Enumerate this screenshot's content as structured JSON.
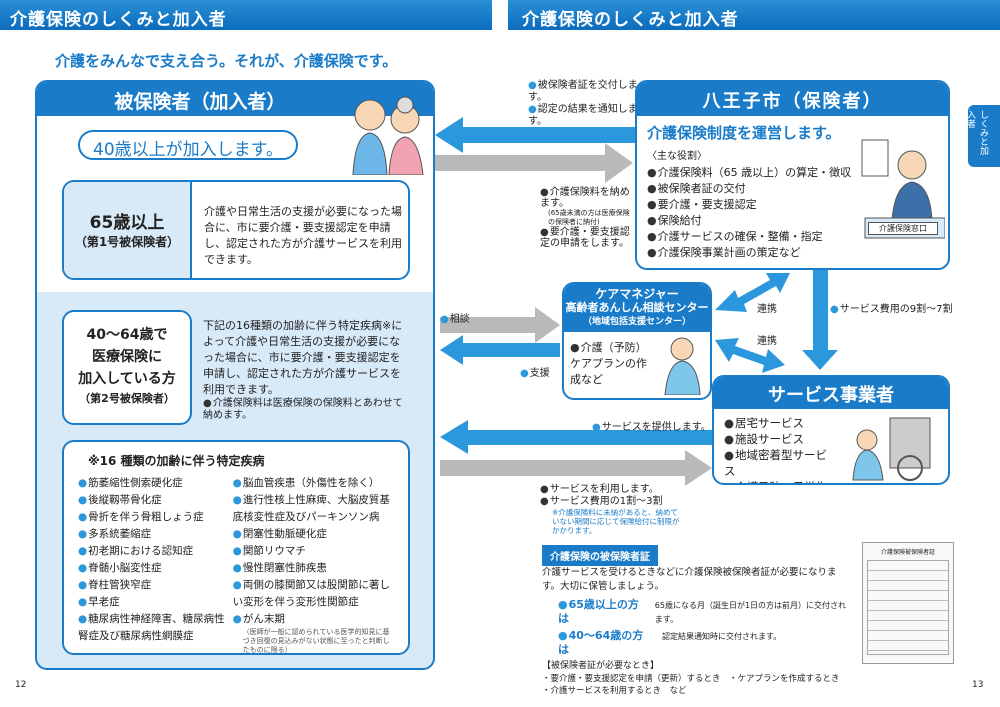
{
  "header": {
    "left_title": "介護保険のしくみと加入者",
    "right_title": "介護保険のしくみと加入者"
  },
  "subtitle": "介護をみんなで支え合う。それが、介護保険です。",
  "insured": {
    "title": "被保険者（加入者）",
    "join_pill": "40歳以上が加入します。",
    "type1": {
      "label1": "65歳以上",
      "label2": "（第1号被保険者）",
      "text": "介護や日常生活の支援が必要になった場合に、市に要介護・要支援認定を申請し、認定された方が介護サービスを利用できます。"
    },
    "type2": {
      "label1": "40〜64歳で",
      "label2": "医療保険に",
      "label3": "加入している方",
      "label4": "（第2号被保険者）",
      "text": "下記の16種類の加齢に伴う特定疾病※によって介護や日常生活の支援が必要になった場合に、市に要介護・要支援認定を申請し、認定された方が介護サービスを利用できます。",
      "note": "介護保険料は医療保険の保険料とあわせて納めます。"
    },
    "diseases": {
      "title": "※16 種類の加齢に伴う特定疾病",
      "left": [
        "筋萎縮性側索硬化症",
        "後縦靱帯骨化症",
        "骨折を伴う骨粗しょう症",
        "多系統萎縮症",
        "初老期における認知症",
        "脊髄小脳変性症",
        "脊柱管狭窄症",
        "早老症",
        "糖尿病性神経障害、糖尿病性腎症及び糖尿病性網膜症"
      ],
      "right": [
        "脳血管疾患（外傷性を除く）",
        "進行性核上性麻痺、大脳皮質基底核変性症及びパーキンソン病",
        "閉塞性動脈硬化症",
        "関節リウマチ",
        "慢性閉塞性肺疾患",
        "両側の膝関節又は股関節に著しい変形を伴う変形性関節症",
        "がん末期"
      ],
      "cancer_note": "（医師が一般に認められている医学的知見に基づき回復の見込みがない状態に至ったと判断したものに限る）"
    }
  },
  "flows": {
    "city_to_insured": [
      "被保険者証を交付します。",
      "認定の結果を通知します。"
    ],
    "insured_to_city": [
      "介護保険料を納めます。",
      "要介護・要支援認定の申請をします。"
    ],
    "insured_to_city_note": "(65歳未満の方は医療保険の保険者に納付)",
    "consult": "相談",
    "support": "支援",
    "provide": "サービスを提供します。",
    "use": [
      "サービスを利用します。",
      "サービス費用の1割〜3割"
    ],
    "use_note": "※介護保険料に未納があると、納めていない期間に応じて保険給付に制限がかかります。",
    "cooperate1": "連携",
    "cooperate2": "連携",
    "city_pays": "サービス費用の9割〜7割"
  },
  "city": {
    "title": "八王子市（保険者）",
    "subtitle": "介護保険制度を運営します。",
    "roles_head": "〈主な役割〉",
    "roles": [
      "介護保険料（65 歳以上）の算定・徴収",
      "被保険者証の交付",
      "要介護・要支援認定",
      "保険給付",
      "介護サービスの確保・整備・指定",
      "介護保険事業計画の策定など"
    ],
    "window_sign": "介護保険窓口"
  },
  "caremgr": {
    "title1": "ケアマネジャー",
    "title2": "高齢者あんしん相談センター",
    "title3": "（地域包括支援センター）",
    "text": "介護（予防）ケアプランの作成など"
  },
  "provider": {
    "title": "サービス事業者",
    "items": [
      "居宅サービス",
      "施設サービス",
      "地域密着型サービス",
      "介護予防・日常生活支援総合事業などを提供します。"
    ]
  },
  "card_section": {
    "title": "介護保険の被保険者証",
    "intro": "介護サービスを受けるときなどに介護保険被保険者証が必要になります。大切に保管しましょう。",
    "rows": [
      {
        "who": "65歳以上の方は",
        "when": "65歳になる月（誕生日が1日の方は前月）に交付されます。"
      },
      {
        "who": "40〜64歳の方は",
        "when": "認定結果通知時に交付されます。"
      }
    ],
    "need_head": "【被保険者証が必要なとき】",
    "need1": "・要介護・要支援認定を申請（更新）するとき　・ケアプランを作成するとき",
    "need2": "・介護サービスを利用するとき　など",
    "card_title": "介護保険被保険者証"
  },
  "side_tab": "しくみと加入者",
  "pages": {
    "left": "12",
    "right": "13"
  },
  "colors": {
    "blue": "#1a7cc9",
    "light_blue": "#d8e9f7",
    "gray_arrow": "#b9b9b9"
  }
}
